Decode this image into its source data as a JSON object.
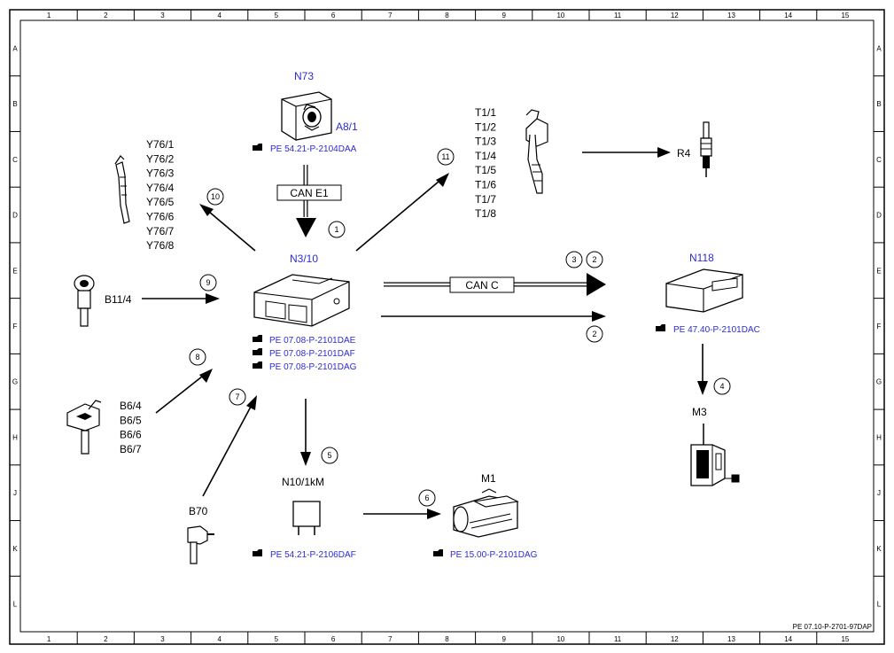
{
  "grid": {
    "columns": [
      "1",
      "2",
      "3",
      "4",
      "5",
      "6",
      "7",
      "8",
      "9",
      "10",
      "11",
      "12",
      "13",
      "14",
      "15"
    ],
    "rows": [
      "A",
      "B",
      "C",
      "D",
      "E",
      "F",
      "G",
      "H",
      "J",
      "K",
      "L"
    ]
  },
  "components": {
    "n73": "N73",
    "a8_1": "A8/1",
    "n3_10": "N3/10",
    "t1": [
      "T1/1",
      "T1/2",
      "T1/3",
      "T1/4",
      "T1/5",
      "T1/6",
      "T1/7",
      "T1/8"
    ],
    "r4": "R4",
    "y76": [
      "Y76/1",
      "Y76/2",
      "Y76/3",
      "Y76/4",
      "Y76/5",
      "Y76/6",
      "Y76/7",
      "Y76/8"
    ],
    "b11_4": "B11/4",
    "b6": [
      "B6/4",
      "B6/5",
      "B6/6",
      "B6/7"
    ],
    "b70": "B70",
    "n10_1km": "N10/1kM",
    "m1": "M1",
    "n118": "N118",
    "m3": "M3"
  },
  "bus_labels": {
    "can_e1": "CAN E1",
    "can_c": "CAN C"
  },
  "references": {
    "n73": "PE 54.21-P-2104DAA",
    "n3_10": [
      "PE 07.08-P-2101DAE",
      "PE 07.08-P-2101DAF",
      "PE 07.08-P-2101DAG"
    ],
    "n118": "PE 47.40-P-2101DAC",
    "n10": "PE 54.21-P-2106DAF",
    "m1": "PE 15.00-P-2101DAG"
  },
  "callouts": [
    "1",
    "2",
    "3",
    "2",
    "4",
    "5",
    "6",
    "7",
    "8",
    "9",
    "10",
    "11"
  ],
  "footer": "PE 07.10-P-2701-97DAP",
  "colors": {
    "link": "#2b2bd6",
    "line": "#000000"
  }
}
